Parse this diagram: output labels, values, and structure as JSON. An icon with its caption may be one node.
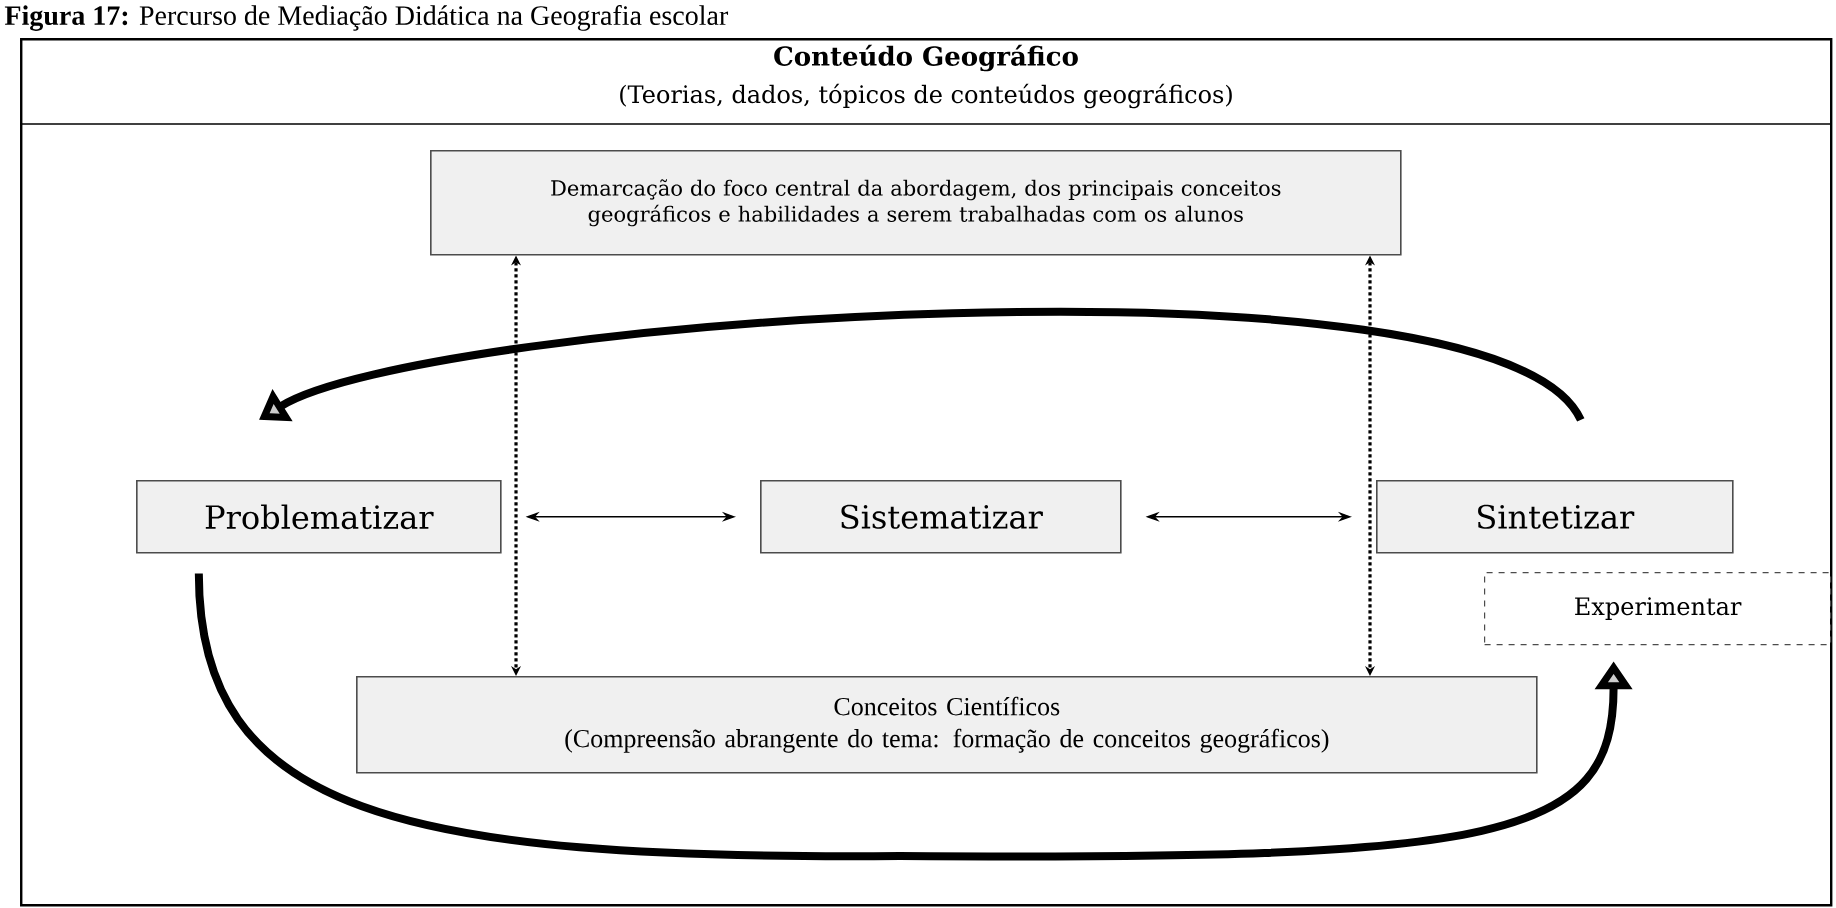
{
  "diagram": {
    "title": "**Figura 17:** Percurso de Mediação Didática na Geografia escolar",
    "nodes": [
      {
        "text": [
          "Conteúdo Geográfico",
          "(Teorias, dados, tópicos de conteúdos geográficos)"
        ]
      },
      {
        "text": [
          "Demarcação do foco central da abordagem, dos principais conceitos geográficos e habilidades a serem trabalhadas com os alunos"
        ],
        "in": 0
      },
      {
        "text": [
          "Problematizar"
        ],
        "in": 0
      },
      {
        "text": [
          "Sistematizar"
        ],
        "in": 0
      },
      {
        "text": [
          "Sintetizar"
        ],
        "in": 0
      },
      {
        "text": [
          "Experimentar"
        ],
        "in": 0
      },
      {
        "text": [
          "Conceitos Científicos",
          "(Compreensão abrangente do tema: formação de conceitos geográficos)"
        ],
        "in": 0
      }
    ],
    "edges": [
      {
        "from": 1,
        "to": 6,
        "arrow": "both",
        "style": "dashed"
      },
      {
        "from": 1,
        "to": 6,
        "arrow": "both",
        "style": "dashed"
      },
      {
        "from": 2,
        "to": 3,
        "arrow": "both"
      },
      {
        "from": 3,
        "to": 4,
        "arrow": "both"
      },
      {
        "from": 4,
        "to": 2,
        "arrow": "to",
        "style": "thick"
      },
      {
        "from": 2,
        "to": 5,
        "arrow": "to",
        "style": "thick"
      }
    ]
  }
}
